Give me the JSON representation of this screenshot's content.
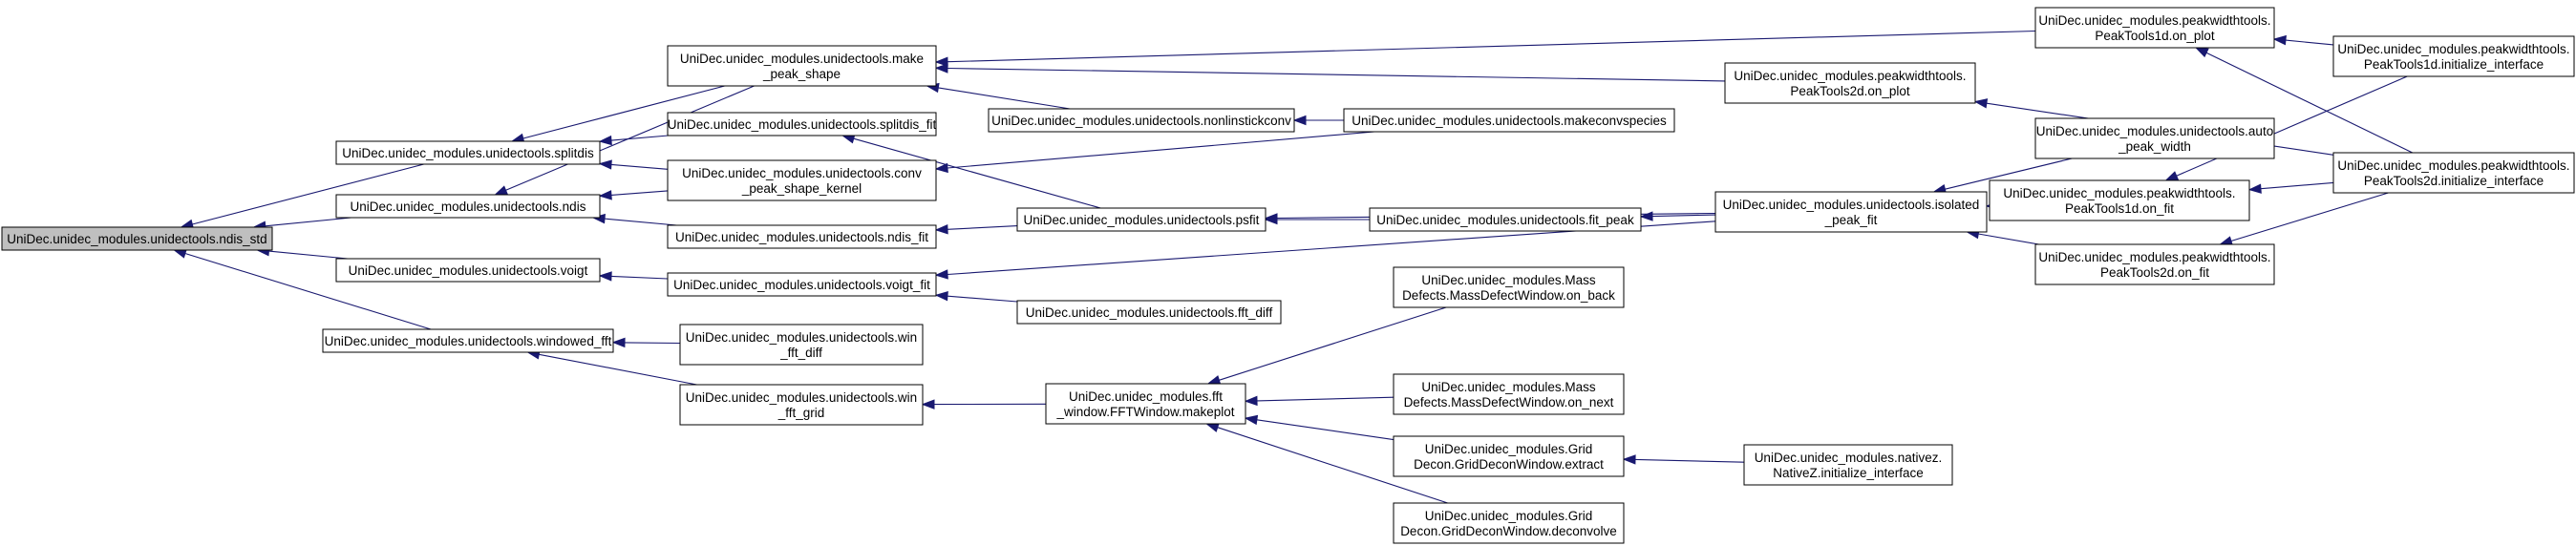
{
  "nodes": {
    "ndis_std": {
      "lines": [
        "UniDec.unidec_modules.unidectools.ndis_std"
      ],
      "root": true
    },
    "splitdis": {
      "lines": [
        "UniDec.unidec_modules.unidectools.splitdis"
      ]
    },
    "ndis": {
      "lines": [
        "UniDec.unidec_modules.unidectools.ndis"
      ]
    },
    "voigt": {
      "lines": [
        "UniDec.unidec_modules.unidectools.voigt"
      ]
    },
    "windowed_fft": {
      "lines": [
        "UniDec.unidec_modules.unidectools.windowed_fft"
      ]
    },
    "make_peak_shape": {
      "lines": [
        "UniDec.unidec_modules.unidectools.make",
        "_peak_shape"
      ]
    },
    "splitdis_fit": {
      "lines": [
        "UniDec.unidec_modules.unidectools.splitdis_fit"
      ]
    },
    "conv_peak_shape_kernel": {
      "lines": [
        "UniDec.unidec_modules.unidectools.conv",
        "_peak_shape_kernel"
      ]
    },
    "ndis_fit": {
      "lines": [
        "UniDec.unidec_modules.unidectools.ndis_fit"
      ]
    },
    "voigt_fit": {
      "lines": [
        "UniDec.unidec_modules.unidectools.voigt_fit"
      ]
    },
    "win_fft_diff": {
      "lines": [
        "UniDec.unidec_modules.unidectools.win",
        "_fft_diff"
      ]
    },
    "win_fft_grid": {
      "lines": [
        "UniDec.unidec_modules.unidectools.win",
        "_fft_grid"
      ]
    },
    "nonlinstickconv": {
      "lines": [
        "UniDec.unidec_modules.unidectools.nonlinstickconv"
      ]
    },
    "psfit": {
      "lines": [
        "UniDec.unidec_modules.unidectools.psfit"
      ]
    },
    "fft_diff": {
      "lines": [
        "UniDec.unidec_modules.unidectools.fft_diff"
      ]
    },
    "fft_makeplot": {
      "lines": [
        "UniDec.unidec_modules.fft",
        "_window.FFTWindow.makeplot"
      ]
    },
    "makeconvspecies": {
      "lines": [
        "UniDec.unidec_modules.unidectools.makeconvspecies"
      ]
    },
    "fit_peak": {
      "lines": [
        "UniDec.unidec_modules.unidectools.fit_peak"
      ]
    },
    "mdw_on_back": {
      "lines": [
        "UniDec.unidec_modules.Mass",
        "Defects.MassDefectWindow.on_back"
      ]
    },
    "mdw_on_next": {
      "lines": [
        "UniDec.unidec_modules.Mass",
        "Defects.MassDefectWindow.on_next"
      ]
    },
    "gdw_extract": {
      "lines": [
        "UniDec.unidec_modules.Grid",
        "Decon.GridDeconWindow.extract"
      ]
    },
    "gdw_deconvolve": {
      "lines": [
        "UniDec.unidec_modules.Grid",
        "Decon.GridDeconWindow.deconvolve"
      ]
    },
    "pt2d_on_plot": {
      "lines": [
        "UniDec.unidec_modules.peakwidthtools.",
        "PeakTools2d.on_plot"
      ]
    },
    "isolated_peak_fit": {
      "lines": [
        "UniDec.unidec_modules.unidectools.isolated",
        "_peak_fit"
      ]
    },
    "nativez_init": {
      "lines": [
        "UniDec.unidec_modules.nativez.",
        "NativeZ.initialize_interface"
      ]
    },
    "pt1d_on_plot": {
      "lines": [
        "UniDec.unidec_modules.peakwidthtools.",
        "PeakTools1d.on_plot"
      ]
    },
    "auto_peak_width": {
      "lines": [
        "UniDec.unidec_modules.unidectools.auto",
        "_peak_width"
      ]
    },
    "pt1d_on_fit": {
      "lines": [
        "UniDec.unidec_modules.peakwidthtools.",
        "PeakTools1d.on_fit"
      ]
    },
    "pt2d_on_fit": {
      "lines": [
        "UniDec.unidec_modules.peakwidthtools.",
        "PeakTools2d.on_fit"
      ]
    },
    "pt1d_init": {
      "lines": [
        "UniDec.unidec_modules.peakwidthtools.",
        "PeakTools1d.initialize_interface"
      ]
    },
    "pt2d_init": {
      "lines": [
        "UniDec.unidec_modules.peakwidthtools.",
        "PeakTools2d.initialize_interface"
      ]
    }
  },
  "edges": [
    {
      "from": "splitdis",
      "to": "ndis_std"
    },
    {
      "from": "ndis",
      "to": "ndis_std"
    },
    {
      "from": "voigt",
      "to": "ndis_std"
    },
    {
      "from": "windowed_fft",
      "to": "ndis_std"
    },
    {
      "from": "make_peak_shape",
      "to": "splitdis"
    },
    {
      "from": "splitdis_fit",
      "to": "splitdis"
    },
    {
      "from": "conv_peak_shape_kernel",
      "to": "splitdis"
    },
    {
      "from": "make_peak_shape",
      "to": "ndis"
    },
    {
      "from": "conv_peak_shape_kernel",
      "to": "ndis"
    },
    {
      "from": "ndis_fit",
      "to": "ndis"
    },
    {
      "from": "voigt_fit",
      "to": "voigt"
    },
    {
      "from": "win_fft_diff",
      "to": "windowed_fft"
    },
    {
      "from": "win_fft_grid",
      "to": "windowed_fft"
    },
    {
      "from": "nonlinstickconv",
      "to": "make_peak_shape"
    },
    {
      "from": "pt2d_on_plot",
      "to": "make_peak_shape"
    },
    {
      "from": "pt1d_on_plot",
      "to": "make_peak_shape"
    },
    {
      "from": "psfit",
      "to": "splitdis_fit"
    },
    {
      "from": "makeconvspecies",
      "to": "conv_peak_shape_kernel"
    },
    {
      "from": "psfit",
      "to": "ndis_fit"
    },
    {
      "from": "fft_diff",
      "to": "voigt_fit"
    },
    {
      "from": "isolated_peak_fit",
      "to": "voigt_fit"
    },
    {
      "from": "fft_makeplot",
      "to": "win_fft_grid"
    },
    {
      "from": "makeconvspecies",
      "to": "nonlinstickconv"
    },
    {
      "from": "fit_peak",
      "to": "psfit"
    },
    {
      "from": "isolated_peak_fit",
      "to": "psfit"
    },
    {
      "from": "mdw_on_back",
      "to": "fft_makeplot"
    },
    {
      "from": "mdw_on_next",
      "to": "fft_makeplot"
    },
    {
      "from": "gdw_extract",
      "to": "fft_makeplot"
    },
    {
      "from": "gdw_deconvolve",
      "to": "fft_makeplot"
    },
    {
      "from": "isolated_peak_fit",
      "to": "fit_peak"
    },
    {
      "from": "nativez_init",
      "to": "gdw_extract"
    },
    {
      "from": "pt2d_init",
      "to": "pt2d_on_plot"
    },
    {
      "from": "auto_peak_width",
      "to": "isolated_peak_fit"
    },
    {
      "from": "pt1d_on_fit",
      "to": "isolated_peak_fit"
    },
    {
      "from": "pt2d_on_fit",
      "to": "isolated_peak_fit"
    },
    {
      "from": "pt1d_init",
      "to": "pt1d_on_plot"
    },
    {
      "from": "pt2d_init",
      "to": "pt1d_on_plot"
    },
    {
      "from": "pt1d_init",
      "to": "pt1d_on_fit"
    },
    {
      "from": "pt2d_init",
      "to": "pt1d_on_fit"
    },
    {
      "from": "pt2d_init",
      "to": "pt2d_on_fit"
    }
  ]
}
